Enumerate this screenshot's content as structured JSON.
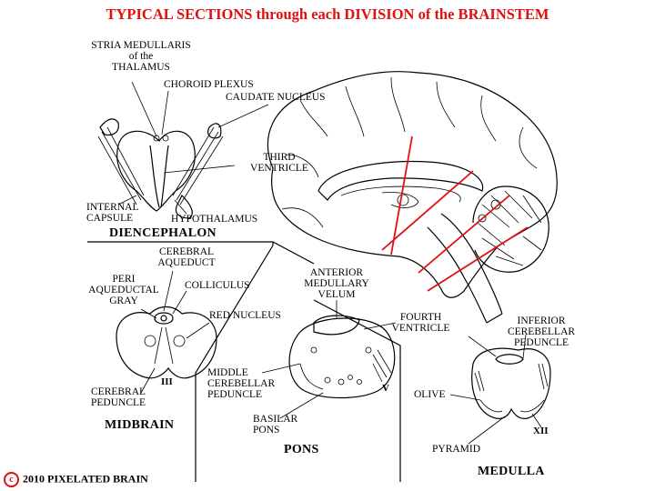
{
  "title": "TYPICAL SECTIONS through each DIVISION of the BRAINSTEM",
  "divisions": {
    "diencephalon": "DIENCEPHALON",
    "midbrain": "MIDBRAIN",
    "pons": "PONS",
    "medulla": "MEDULLA"
  },
  "labels": {
    "stria_medullaris": "STRIA MEDULLARIS\nof the\nTHALAMUS",
    "choroid_plexus": "CHOROID PLEXUS",
    "caudate_nucleus": "CAUDATE NUCLEUS",
    "third_ventricle": "THIRD\nVENTRICLE",
    "internal_capsule": "INTERNAL\nCAPSULE",
    "hypothalamus": "HYPOTHALAMUS",
    "cerebral_aqueduct": "CEREBRAL\nAQUEDUCT",
    "periaqueductal_gray": "PERI\nAQUEDUCTAL\nGRAY",
    "colliculus": "COLLICULUS",
    "red_nucleus": "RED NUCLEUS",
    "cerebral_peduncle": "CEREBRAL\nPEDUNCLE",
    "anterior_medullary_velum": "ANTERIOR\nMEDULLARY\nVELUM",
    "fourth_ventricle": "FOURTH\nVENTRICLE",
    "middle_cerebellar_peduncle": "MIDDLE\nCEREBELLAR\nPEDUNCLE",
    "basilar_pons": "BASILAR\nPONS",
    "inferior_cerebellar_peduncle": "INFERIOR\nCEREBELLAR\nPEDUNCLE",
    "olive": "OLIVE",
    "pyramid": "PYRAMID"
  },
  "nerves": {
    "iii": "III",
    "v": "V",
    "xii": "XII"
  },
  "copyright": {
    "symbol": "c",
    "text": "2010  PIXELATED BRAIN"
  },
  "colors": {
    "title": "#e01010",
    "section_lines": "#e01010",
    "ink": "#000000"
  }
}
